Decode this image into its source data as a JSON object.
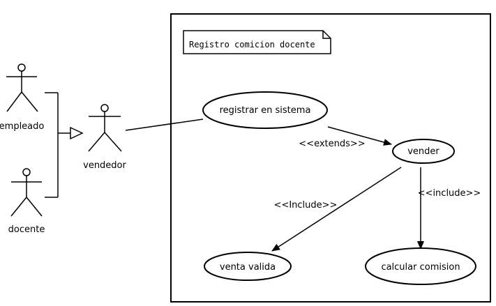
{
  "system": {
    "note": "Registro comicion docente"
  },
  "actors": {
    "empleado": "empleado",
    "docente": "docente",
    "vendedor": "vendedor"
  },
  "use_cases": {
    "registrar": "registrar en sistema",
    "vender": "vender",
    "venta_valida": "venta valida",
    "calcular": "calcular comision"
  },
  "relations": {
    "extends": "<<extends>>",
    "include_upper": "<<Include>>",
    "include_lower": "<<include>>"
  }
}
